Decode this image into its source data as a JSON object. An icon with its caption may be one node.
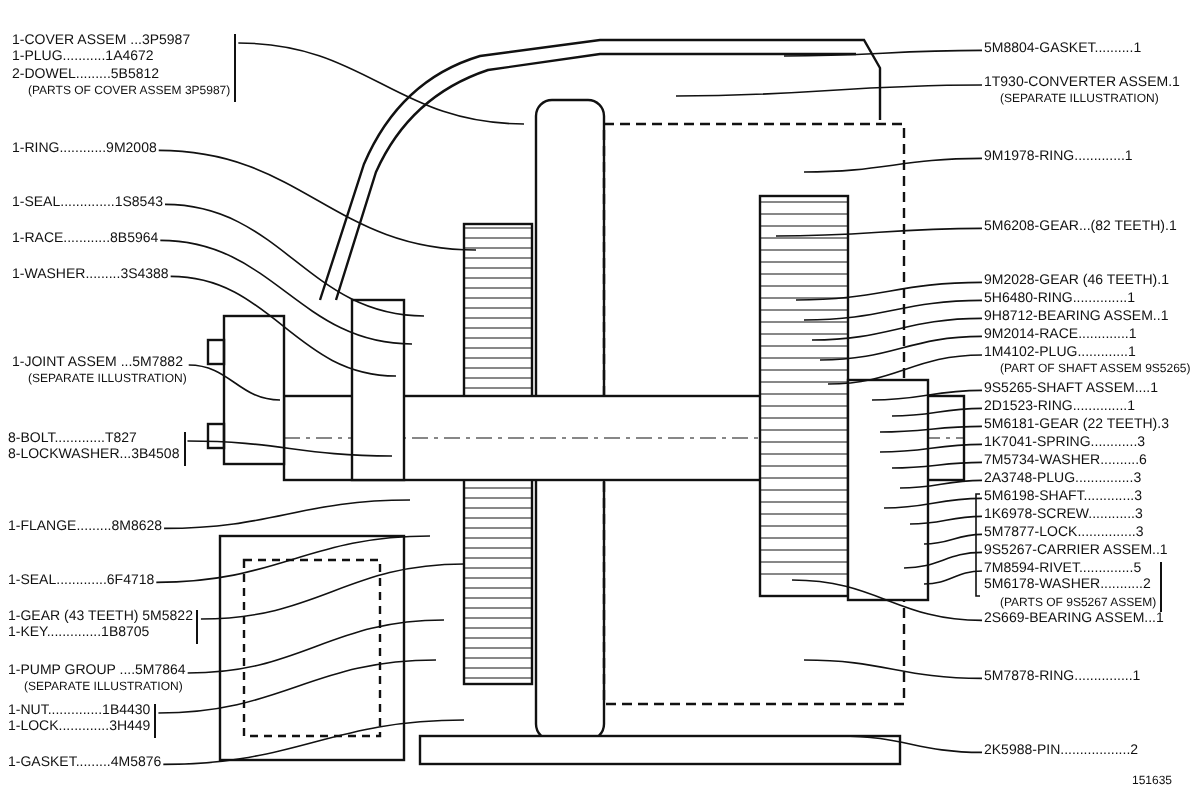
{
  "diagram": {
    "nodes": [
      {
        "text": [
          "1-COVER ASSEM ...3P5987",
          "1-PLUG...........1A4672",
          "2-DOWEL.........5B5812",
          "(PARTS OF COVER ASSEM 3P5987)"
        ]
      },
      {
        "text": [
          "1-RING............9M2008"
        ]
      },
      {
        "text": [
          "1-SEAL..............1S8543"
        ]
      },
      {
        "text": [
          "1-RACE............8B5964"
        ]
      },
      {
        "text": [
          "1-WASHER.........3S4388"
        ]
      },
      {
        "text": [
          "1-JOINT ASSEM ...5M7882",
          "(SEPARATE ILLUSTRATION)"
        ]
      },
      {
        "text": [
          "8-BOLT.............T827",
          "8-LOCKWASHER...3B4508"
        ]
      },
      {
        "text": [
          "1-FLANGE.........8M8628"
        ]
      },
      {
        "text": [
          "1-SEAL.............6F4718"
        ]
      },
      {
        "text": [
          "1-GEAR (43 TEETH) 5M5822",
          "1-KEY..............1B8705"
        ]
      },
      {
        "text": [
          "1-PUMP GROUP ....5M7864",
          "(SEPARATE ILLUSTRATION)"
        ]
      },
      {
        "text": [
          "1-NUT..............1B4430",
          "1-LOCK.............3H449"
        ]
      },
      {
        "text": [
          "1-GASKET.........4M5876"
        ]
      },
      {
        "text": [
          "5M8804-GASKET..........1"
        ]
      },
      {
        "text": [
          "1T930-CONVERTER ASSEM.1",
          "(SEPARATE ILLUSTRATION)"
        ]
      },
      {
        "text": [
          "9M1978-RING.............1"
        ]
      },
      {
        "text": [
          "5M6208-GEAR...(82 TEETH).1"
        ]
      },
      {
        "text": [
          "9M2028-GEAR (46 TEETH).1"
        ]
      },
      {
        "text": [
          "5H6480-RING..............1"
        ]
      },
      {
        "text": [
          "9H8712-BEARING ASSEM..1"
        ]
      },
      {
        "text": [
          "9M2014-RACE.............1"
        ]
      },
      {
        "text": [
          "1M4102-PLUG.............1",
          "(PART OF SHAFT ASSEM 9S5265)"
        ]
      },
      {
        "text": [
          "9S5265-SHAFT ASSEM....1"
        ]
      },
      {
        "text": [
          "2D1523-RING..............1"
        ]
      },
      {
        "text": [
          "5M6181-GEAR (22 TEETH).3"
        ]
      },
      {
        "text": [
          "1K7041-SPRING............3"
        ]
      },
      {
        "text": [
          "7M5734-WASHER..........6"
        ]
      },
      {
        "text": [
          "2A3748-PLUG...............3"
        ]
      },
      {
        "text": [
          "5M6198-SHAFT.............3"
        ]
      },
      {
        "text": [
          "1K6978-SCREW............3"
        ]
      },
      {
        "text": [
          "5M7877-LOCK...............3"
        ]
      },
      {
        "text": [
          "9S5267-CARRIER ASSEM..1"
        ]
      },
      {
        "text": [
          "7M8594-RIVET..............5",
          "5M6178-WASHER...........2",
          "(PARTS OF 9S5267 ASSEM)"
        ]
      },
      {
        "text": [
          "2S669-BEARING ASSEM...1"
        ]
      },
      {
        "text": [
          "5M7878-RING...............1"
        ]
      },
      {
        "text": [
          "2K5988-PIN..................2"
        ]
      }
    ],
    "edges": [
      {
        "from": 0,
        "to": null,
        "arrow": "none"
      },
      {
        "from": 1,
        "to": null,
        "arrow": "none"
      },
      {
        "from": 2,
        "to": null,
        "arrow": "none"
      },
      {
        "from": 3,
        "to": null,
        "arrow": "none"
      },
      {
        "from": 4,
        "to": null,
        "arrow": "none"
      },
      {
        "from": 5,
        "to": null,
        "arrow": "none"
      },
      {
        "from": 6,
        "to": null,
        "arrow": "none"
      },
      {
        "from": 7,
        "to": null,
        "arrow": "none"
      },
      {
        "from": 8,
        "to": null,
        "arrow": "none"
      },
      {
        "from": 9,
        "to": null,
        "arrow": "none"
      },
      {
        "from": 10,
        "to": null,
        "arrow": "none"
      },
      {
        "from": 11,
        "to": null,
        "arrow": "none"
      },
      {
        "from": 12,
        "to": null,
        "arrow": "none"
      },
      {
        "from": 13,
        "to": null,
        "arrow": "none"
      },
      {
        "from": 14,
        "to": null,
        "arrow": "none"
      },
      {
        "from": 15,
        "to": null,
        "arrow": "none"
      },
      {
        "from": 16,
        "to": null,
        "arrow": "none"
      },
      {
        "from": 17,
        "to": null,
        "arrow": "none"
      },
      {
        "from": 18,
        "to": null,
        "arrow": "none"
      },
      {
        "from": 19,
        "to": null,
        "arrow": "none"
      },
      {
        "from": 20,
        "to": null,
        "arrow": "none"
      },
      {
        "from": 21,
        "to": null,
        "arrow": "none"
      },
      {
        "from": 22,
        "to": null,
        "arrow": "none"
      },
      {
        "from": 23,
        "to": null,
        "arrow": "none"
      },
      {
        "from": 24,
        "to": null,
        "arrow": "none"
      },
      {
        "from": 25,
        "to": null,
        "arrow": "none"
      },
      {
        "from": 26,
        "to": null,
        "arrow": "none"
      },
      {
        "from": 27,
        "to": null,
        "arrow": "none"
      },
      {
        "from": 28,
        "to": null,
        "arrow": "none"
      },
      {
        "from": 29,
        "to": null,
        "arrow": "none"
      },
      {
        "from": 30,
        "to": null,
        "arrow": "none"
      },
      {
        "from": 31,
        "to": null,
        "arrow": "none"
      },
      {
        "from": 32,
        "to": null,
        "arrow": "none"
      },
      {
        "from": 33,
        "to": null,
        "arrow": "none"
      },
      {
        "from": 34,
        "to": null,
        "arrow": "none"
      },
      {
        "from": 35,
        "to": null,
        "arrow": "none"
      }
    ],
    "labels": [
      "151635"
    ]
  }
}
